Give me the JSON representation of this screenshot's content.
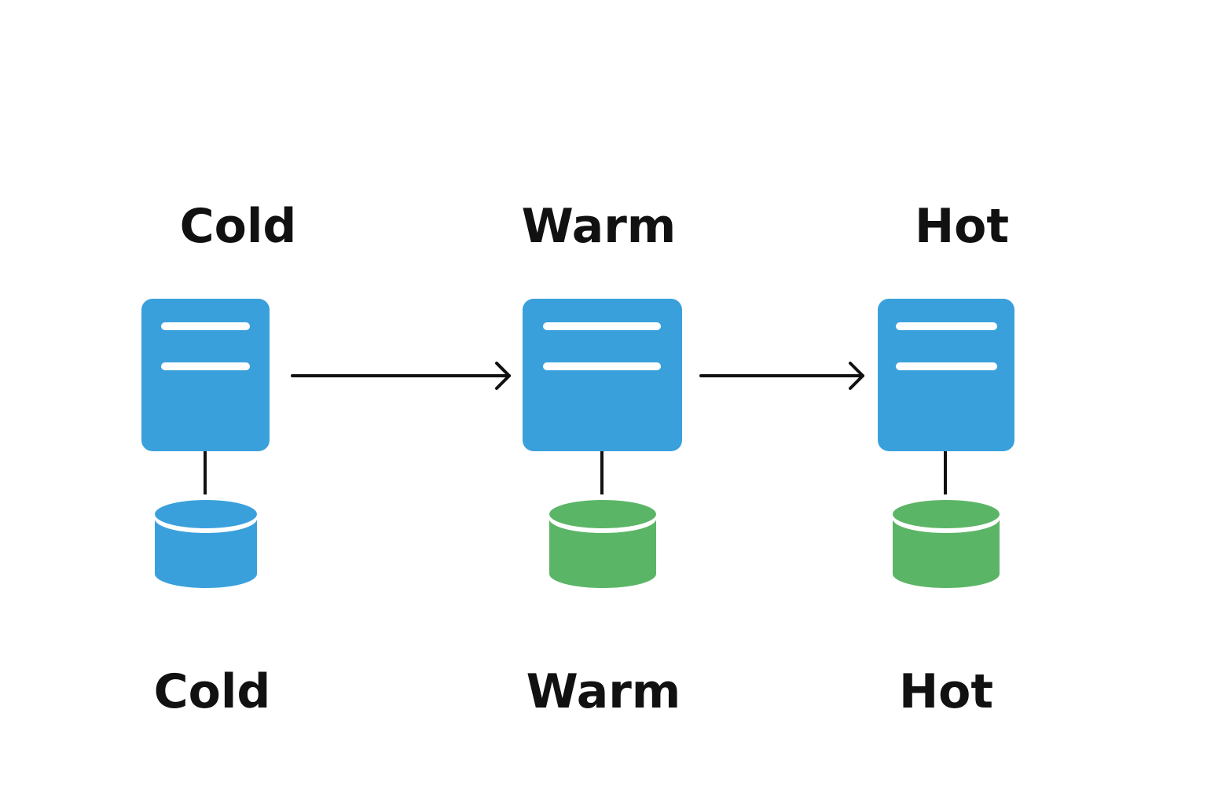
{
  "colors": {
    "server": "#3aa0dc",
    "db_cold": "#3aa0dc",
    "db_warm": "#5bb566",
    "db_hot": "#5bb566",
    "line": "#111111",
    "background": "#ffffff"
  },
  "tiers": [
    {
      "id": "cold",
      "top_label": "Cold",
      "bottom_label": "Cold",
      "db_color": "#3aa0dc"
    },
    {
      "id": "warm",
      "top_label": "Warm",
      "bottom_label": "Warm",
      "db_color": "#5bb566"
    },
    {
      "id": "hot",
      "top_label": "Hot",
      "bottom_label": "Hot",
      "db_color": "#5bb566"
    }
  ],
  "edges": [
    {
      "from": "cold",
      "to": "warm"
    },
    {
      "from": "warm",
      "to": "hot"
    }
  ]
}
